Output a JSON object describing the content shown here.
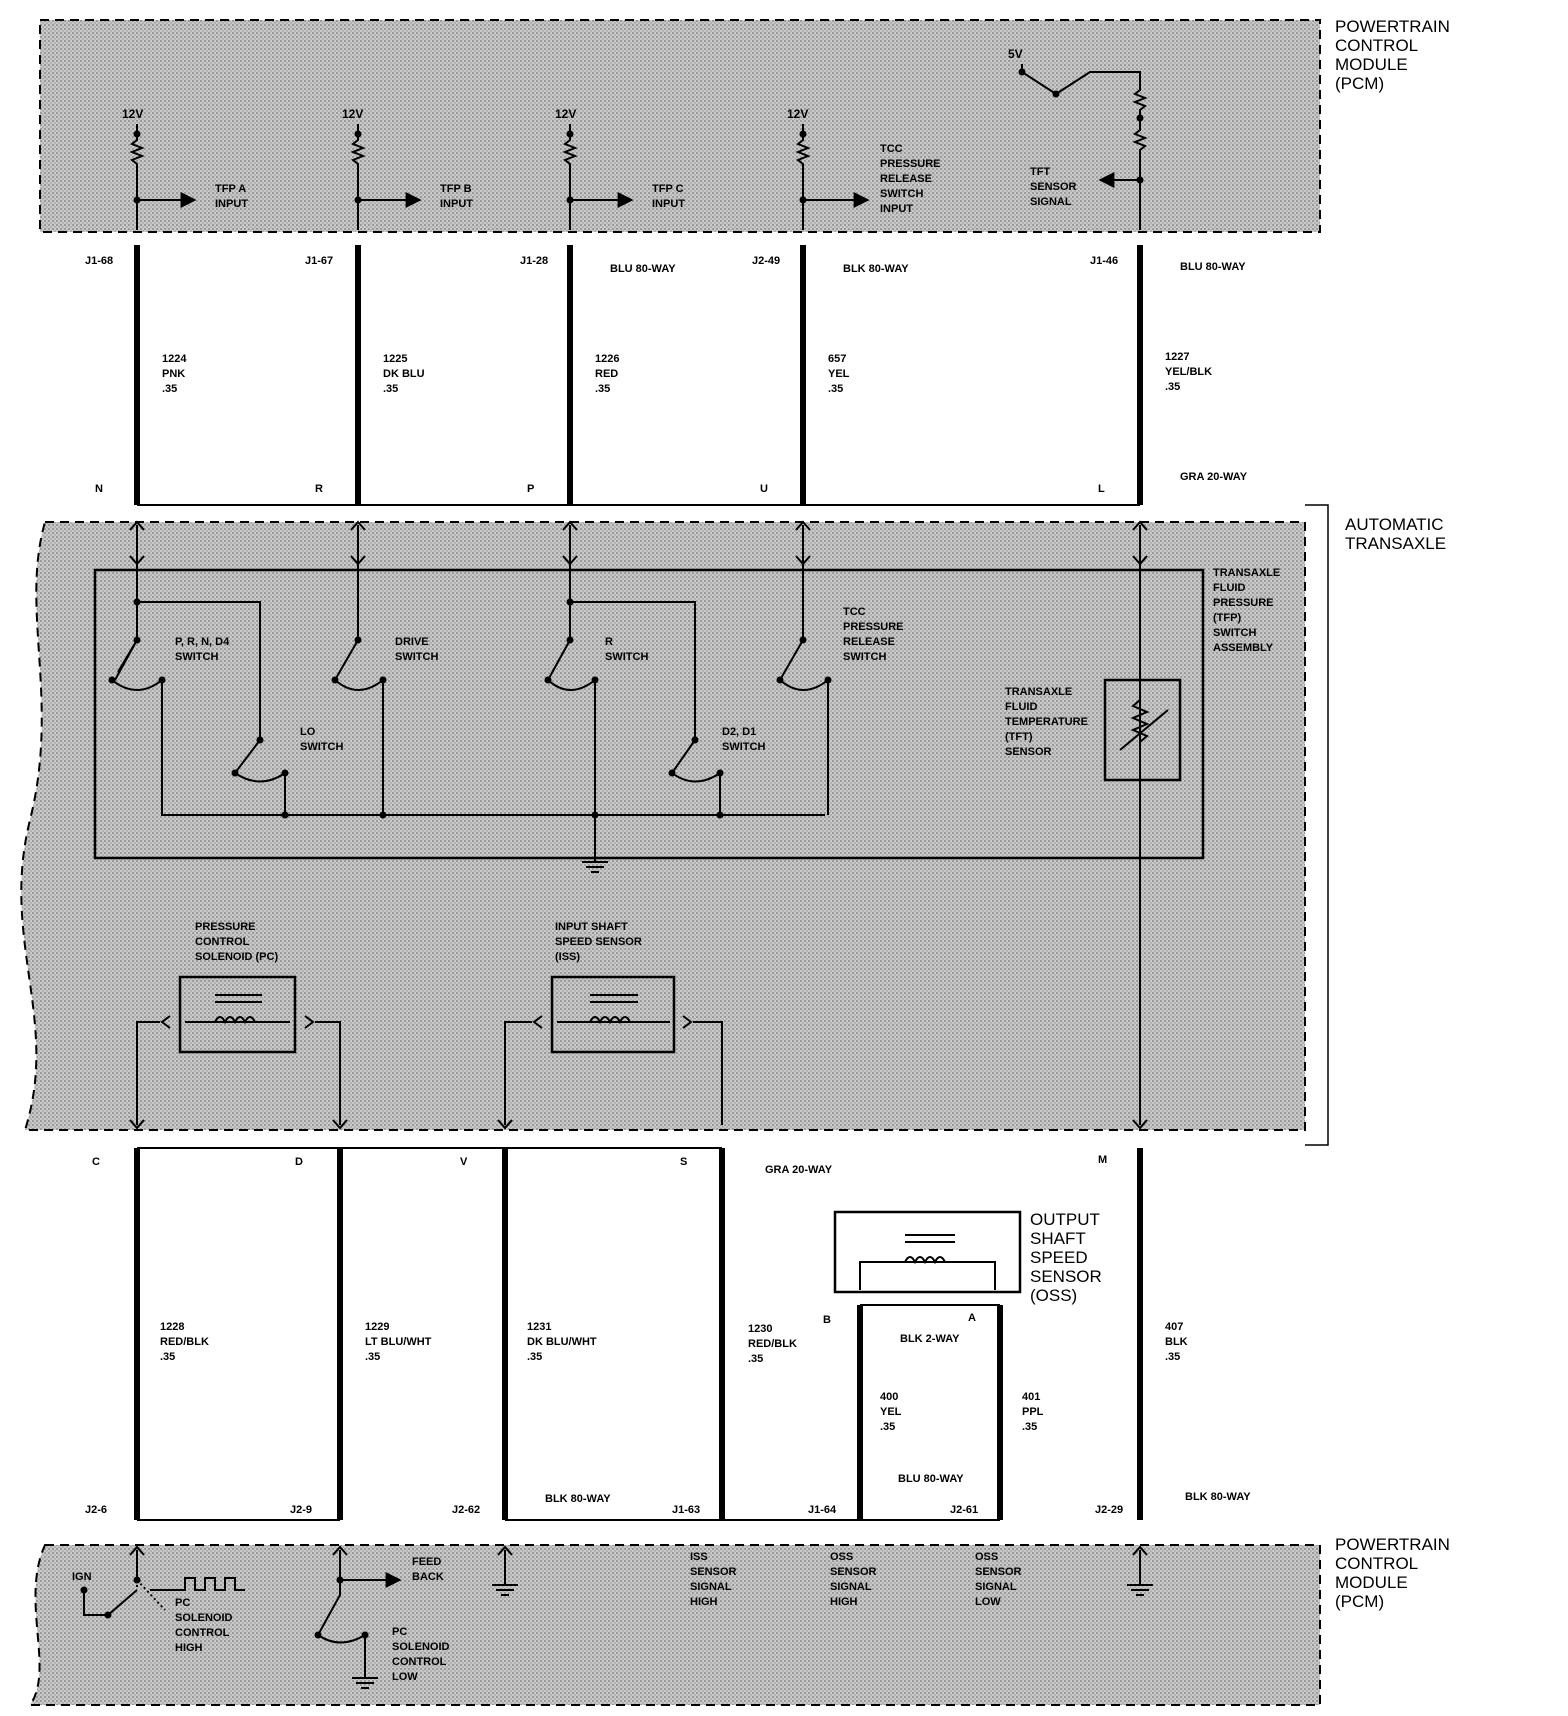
{
  "modules": {
    "pcm_top": "POWERTRAIN\nCONTROL\nMODULE\n(PCM)",
    "transaxle": "AUTOMATIC\nTRANSAXLE",
    "pcm_bottom": "POWERTRAIN\nCONTROL\nMODULE\n(PCM)"
  },
  "voltage": {
    "v12": "12V",
    "v5": "5V",
    "ign": "IGN"
  },
  "top_inputs": [
    {
      "label": "TFP A\nINPUT"
    },
    {
      "label": "TFP B\nINPUT"
    },
    {
      "label": "TFP C\nINPUT"
    },
    {
      "label": "TCC\nPRESSURE\nRELEASE\nSWITCH\nINPUT"
    },
    {
      "label": "TFT\nSENSOR\nSIGNAL"
    }
  ],
  "top_wires": [
    {
      "pcm_pin": "J1-68",
      "circuit": "1224\nPNK\n.35",
      "trans_pin": "N"
    },
    {
      "pcm_pin": "J1-67",
      "circuit": "1225\nDK BLU\n.35",
      "trans_pin": "R"
    },
    {
      "pcm_pin": "J1-28",
      "circuit": "1226\nRED\n.35",
      "trans_pin": "P"
    },
    {
      "pcm_pin": "J2-49",
      "circuit": "657\nYEL\n.35",
      "trans_pin": "U"
    },
    {
      "pcm_pin": "J1-46",
      "circuit": "1227\nYEL/BLK\n.35",
      "trans_pin": "L"
    }
  ],
  "connectors": {
    "blu80": "BLU 80-WAY",
    "blk80": "BLK 80-WAY",
    "gra20": "GRA 20-WAY",
    "blk2": "BLK 2-WAY"
  },
  "switches": {
    "prnd4": "P, R, N, D4\nSWITCH",
    "drive": "DRIVE\nSWITCH",
    "r": "R\nSWITCH",
    "tcc": "TCC\nPRESSURE\nRELEASE\nSWITCH",
    "lo": "LO\nSWITCH",
    "d2d1": "D2, D1\nSWITCH",
    "tfp_assembly": "TRANSAXLE\nFLUID\nPRESSURE\n(TFP)\nSWITCH\nASSEMBLY",
    "tft_sensor": "TRANSAXLE\nFLUID\nTEMPERATURE\n(TFT)\nSENSOR"
  },
  "components": {
    "pc_solenoid": "PRESSURE\nCONTROL\nSOLENOID (PC)",
    "iss": "INPUT SHAFT\nSPEED SENSOR\n(ISS)",
    "oss": "OUTPUT\nSHAFT\nSPEED\nSENSOR\n(OSS)"
  },
  "bottom_wires": [
    {
      "trans_pin": "C",
      "circuit": "1228\nRED/BLK\n.35",
      "pcm_pin": "J2-6"
    },
    {
      "trans_pin": "D",
      "circuit": "1229\nLT BLU/WHT\n.35",
      "pcm_pin": "J2-9"
    },
    {
      "trans_pin": "V",
      "circuit": "1231\nDK BLU/WHT\n.35",
      "pcm_pin": "J2-62"
    },
    {
      "trans_pin": "S",
      "circuit": "1230\nRED/BLK\n.35",
      "pcm_pin": "J1-63"
    },
    {
      "trans_pin": "B",
      "circuit": "400\nYEL\n.35",
      "pcm_pin": "J1-64"
    },
    {
      "trans_pin": "A",
      "circuit": "401\nPPL\n.35",
      "pcm_pin": "J2-61"
    },
    {
      "trans_pin": "M",
      "circuit": "407\nBLK\n.35",
      "pcm_pin": "J2-29"
    }
  ],
  "bottom_signals": {
    "pc_high": "PC\nSOLENOID\nCONTROL\nHIGH",
    "feedback": "FEED\nBACK",
    "pc_low": "PC\nSOLENOID\nCONTROL\nLOW",
    "iss_high": "ISS\nSENSOR\nSIGNAL\nHIGH",
    "oss_high": "OSS\nSENSOR\nSIGNAL\nHIGH",
    "oss_low": "OSS\nSENSOR\nSIGNAL\nLOW"
  }
}
